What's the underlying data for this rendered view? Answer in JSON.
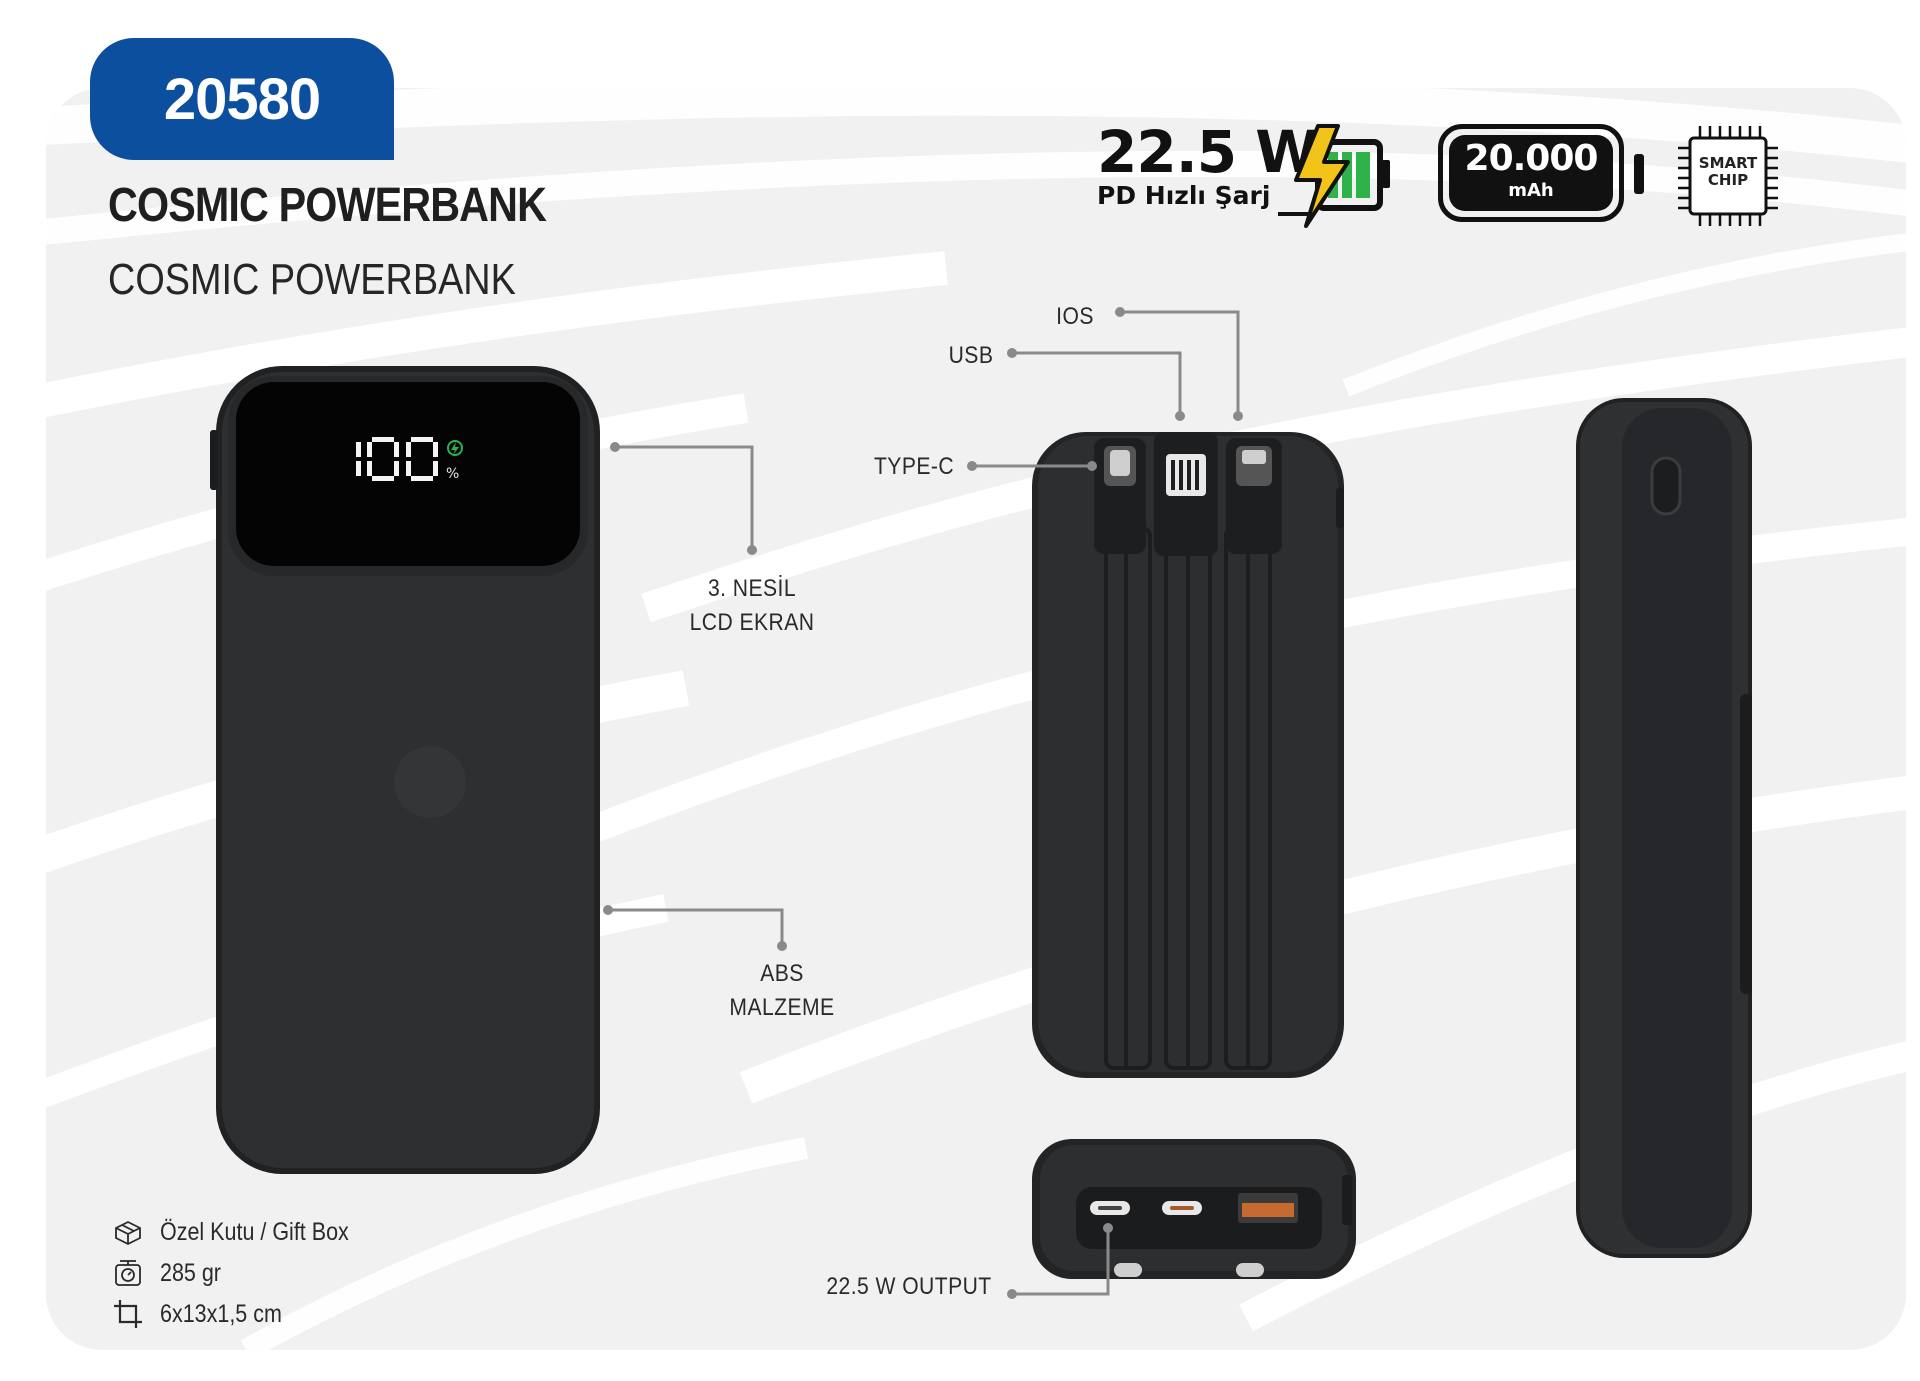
{
  "product": {
    "code": "20580",
    "title": "COSMIC POWERBANK",
    "subtitle": "COSMIC POWERBANK"
  },
  "features": {
    "power": "22.5 W",
    "power_caption": "PD Hızlı Şarj",
    "capacity": "20.000",
    "capacity_unit": "mAh",
    "chip_line1": "SMART",
    "chip_line2": "CHIP"
  },
  "display": {
    "reading": "100",
    "percent": "%"
  },
  "callouts": {
    "lcd_line1": "3. NESİL",
    "lcd_line2": "LCD EKRAN",
    "material_line1": "ABS",
    "material_line2": "MALZEME",
    "ios": "IOS",
    "usb": "USB",
    "type_c": "TYPE-C",
    "output": "22.5 W OUTPUT"
  },
  "specs": [
    {
      "icon": "gift-box-icon",
      "text": "Özel Kutu / Gift Box"
    },
    {
      "icon": "scale-icon",
      "text": "285 gr"
    },
    {
      "icon": "dimensions-icon",
      "text": "6x13x1,5 cm"
    }
  ],
  "colors": {
    "brand_blue": "#0c4f9e",
    "background": "#f1f1f2",
    "device": "#2b2d2f",
    "charge_green": "#2db34a",
    "bolt_yellow": "#f2c318"
  }
}
